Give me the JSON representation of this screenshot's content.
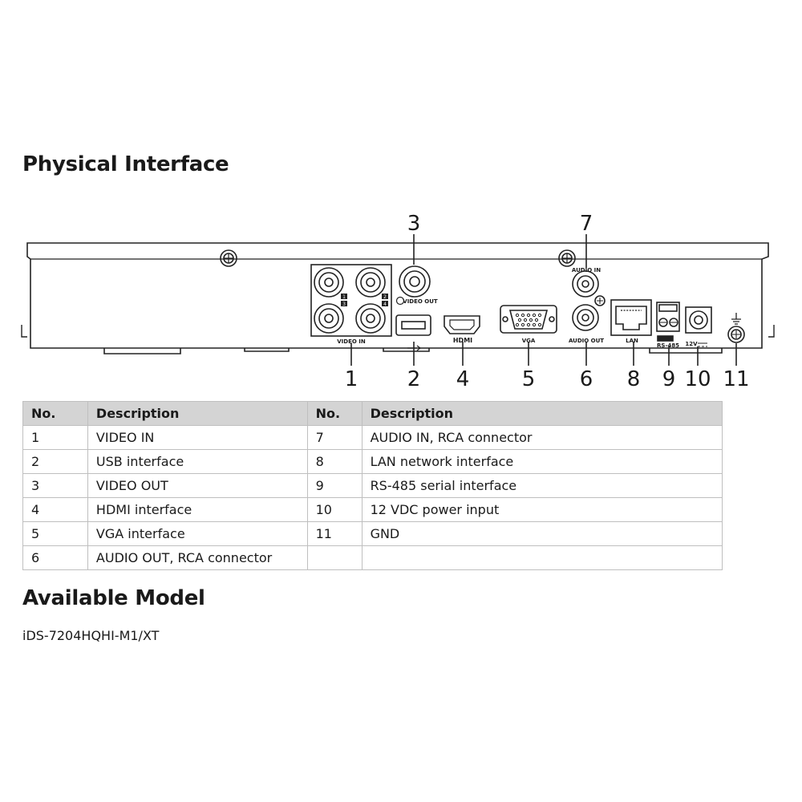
{
  "heading": "Physical Interface",
  "rear_panel": {
    "port_labels": {
      "video_in": "VIDEO IN",
      "video_out": "VIDEO OUT",
      "hdmi": "HDMI",
      "vga": "VGA",
      "audio_in": "AUDIO IN",
      "audio_out": "AUDIO OUT",
      "lan": "LAN",
      "rs485": "RS-485",
      "power": "12V"
    },
    "callouts": [
      "1",
      "2",
      "3",
      "4",
      "5",
      "6",
      "7",
      "8",
      "9",
      "10",
      "11"
    ],
    "channel_numbers": [
      "1",
      "2",
      "3",
      "4"
    ]
  },
  "table": {
    "headers": [
      "No.",
      "Description",
      "No.",
      "Description"
    ],
    "rows": [
      [
        "1",
        "VIDEO IN",
        "7",
        "AUDIO IN, RCA connector"
      ],
      [
        "2",
        "USB interface",
        "8",
        "LAN network interface"
      ],
      [
        "3",
        "VIDEO OUT",
        "9",
        "RS-485 serial interface"
      ],
      [
        "4",
        "HDMI interface",
        "10",
        "12 VDC power input"
      ],
      [
        "5",
        "VGA interface",
        "11",
        "GND"
      ],
      [
        "6",
        "AUDIO OUT, RCA connector",
        "",
        ""
      ]
    ]
  },
  "model_heading": "Available Model",
  "model_name": "iDS-7204HQHI-M1/XT"
}
